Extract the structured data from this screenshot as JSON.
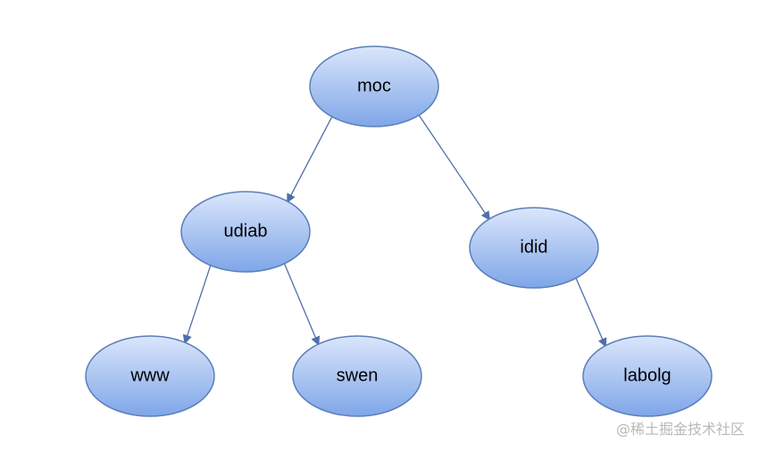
{
  "diagram": {
    "type": "tree",
    "node_fill_top": "#dbe6fb",
    "node_fill_bottom": "#7ea6e8",
    "node_stroke": "#5c7fb8",
    "edge_color": "#4f6fa8",
    "nodes": [
      {
        "id": "moc",
        "label": "moc"
      },
      {
        "id": "udiab",
        "label": "udiab"
      },
      {
        "id": "idid",
        "label": "idid"
      },
      {
        "id": "www",
        "label": "www"
      },
      {
        "id": "swen",
        "label": "swen"
      },
      {
        "id": "labolg",
        "label": "labolg"
      }
    ],
    "edges": [
      {
        "from": "moc",
        "to": "udiab"
      },
      {
        "from": "moc",
        "to": "idid"
      },
      {
        "from": "udiab",
        "to": "www"
      },
      {
        "from": "udiab",
        "to": "swen"
      },
      {
        "from": "idid",
        "to": "labolg"
      }
    ]
  },
  "watermark": {
    "text": "@稀土掘金技术社区"
  }
}
